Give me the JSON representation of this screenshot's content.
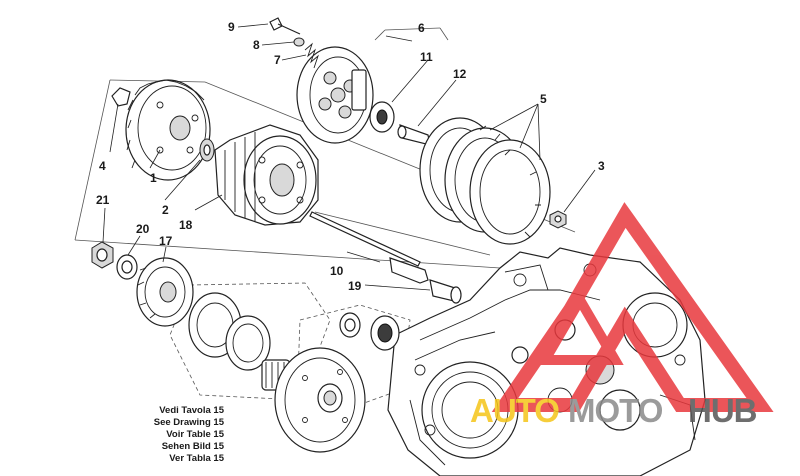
{
  "diagram": {
    "callouts": [
      {
        "id": "1",
        "text": "1"
      },
      {
        "id": "2",
        "text": "2"
      },
      {
        "id": "3",
        "text": "3"
      },
      {
        "id": "4",
        "text": "4"
      },
      {
        "id": "5",
        "text": "5"
      },
      {
        "id": "6",
        "text": "6"
      },
      {
        "id": "7",
        "text": "7"
      },
      {
        "id": "8",
        "text": "8"
      },
      {
        "id": "9",
        "text": "9"
      },
      {
        "id": "10",
        "text": "10"
      },
      {
        "id": "11",
        "text": "11"
      },
      {
        "id": "12",
        "text": "12"
      },
      {
        "id": "17",
        "text": "17"
      },
      {
        "id": "18",
        "text": "18"
      },
      {
        "id": "19",
        "text": "19"
      },
      {
        "id": "20",
        "text": "20"
      },
      {
        "id": "21",
        "text": "21"
      }
    ],
    "reference_note": [
      "Vedi Tavola 15",
      "See Drawing 15",
      "Voir Table 15",
      "Sehen Bild 15",
      "Ver Tabla 15"
    ]
  },
  "watermark": {
    "part1": "AUTO",
    "part2": "MOTO",
    "part3": "HUB",
    "colors": {
      "red": "#e8383d",
      "yellow": "#f5c518",
      "gray": "#8a8a8a",
      "dark": "#555555"
    }
  }
}
